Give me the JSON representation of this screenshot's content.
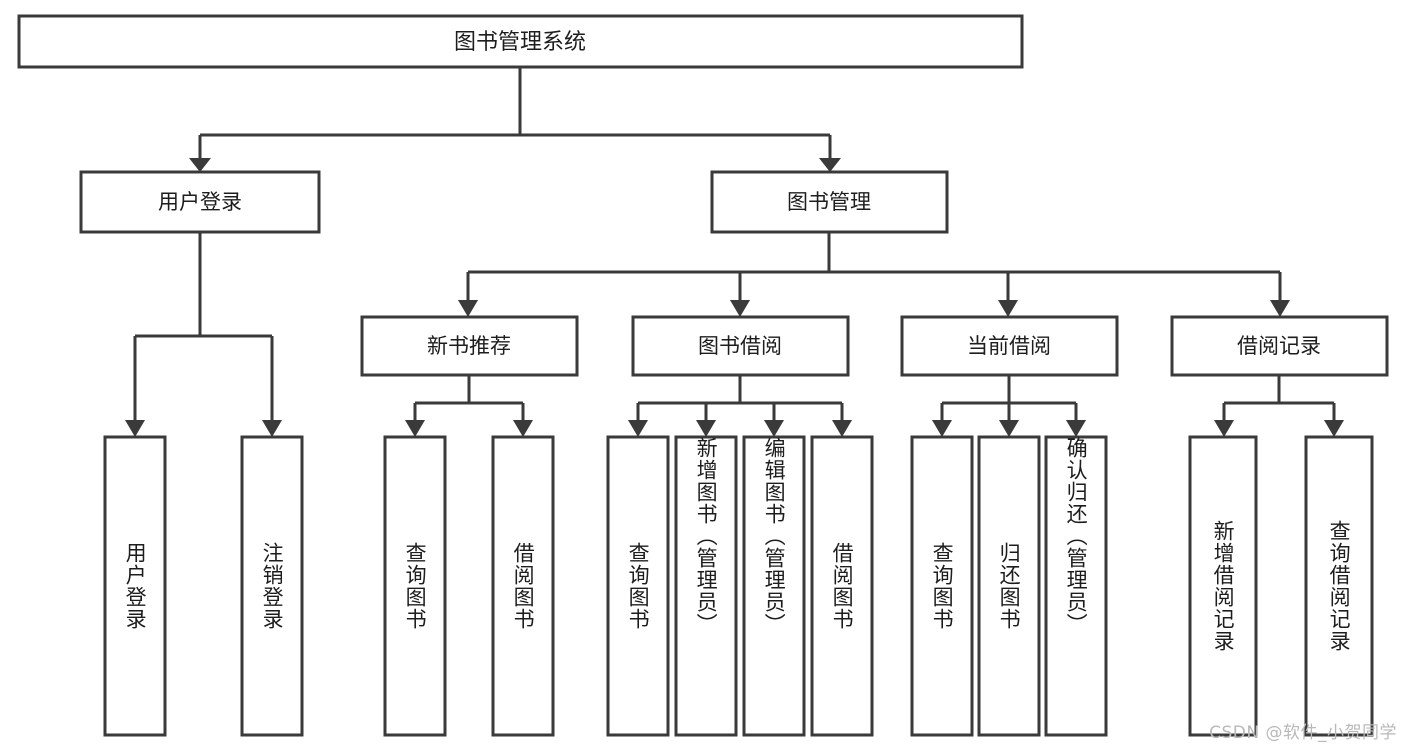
{
  "diagram": {
    "type": "tree",
    "title": "图书管理系统",
    "watermark": "CSDN @软件_小贺同学",
    "colors": {
      "stroke": "#3a3a3a",
      "box_fill": "#ffffff",
      "text": "#1d1d1d",
      "background": "#ffffff",
      "watermark": "#b9b9b9"
    },
    "root": {
      "label": "图书管理系统"
    },
    "level2": [
      {
        "label": "用户登录"
      },
      {
        "label": "图书管理"
      }
    ],
    "level3": [
      {
        "label": "新书推荐"
      },
      {
        "label": "图书借阅"
      },
      {
        "label": "当前借阅"
      },
      {
        "label": "借阅记录"
      }
    ],
    "leaves": {
      "user_login": [
        {
          "label": "用户登录"
        },
        {
          "label": "注销登录"
        }
      ],
      "new_book": [
        {
          "label": "查询图书"
        },
        {
          "label": "借阅图书"
        }
      ],
      "book_borrow": [
        {
          "label": "查询图书"
        },
        {
          "label": "新增图书（管理员）"
        },
        {
          "label": "编辑图书（管理员）"
        },
        {
          "label": "借阅图书"
        }
      ],
      "current_borrow": [
        {
          "label": "查询图书"
        },
        {
          "label": "归还图书"
        },
        {
          "label": "确认归还（管理员）"
        }
      ],
      "borrow_record": [
        {
          "label": "新增借阅记录"
        },
        {
          "label": "查询借阅记录"
        }
      ]
    }
  }
}
